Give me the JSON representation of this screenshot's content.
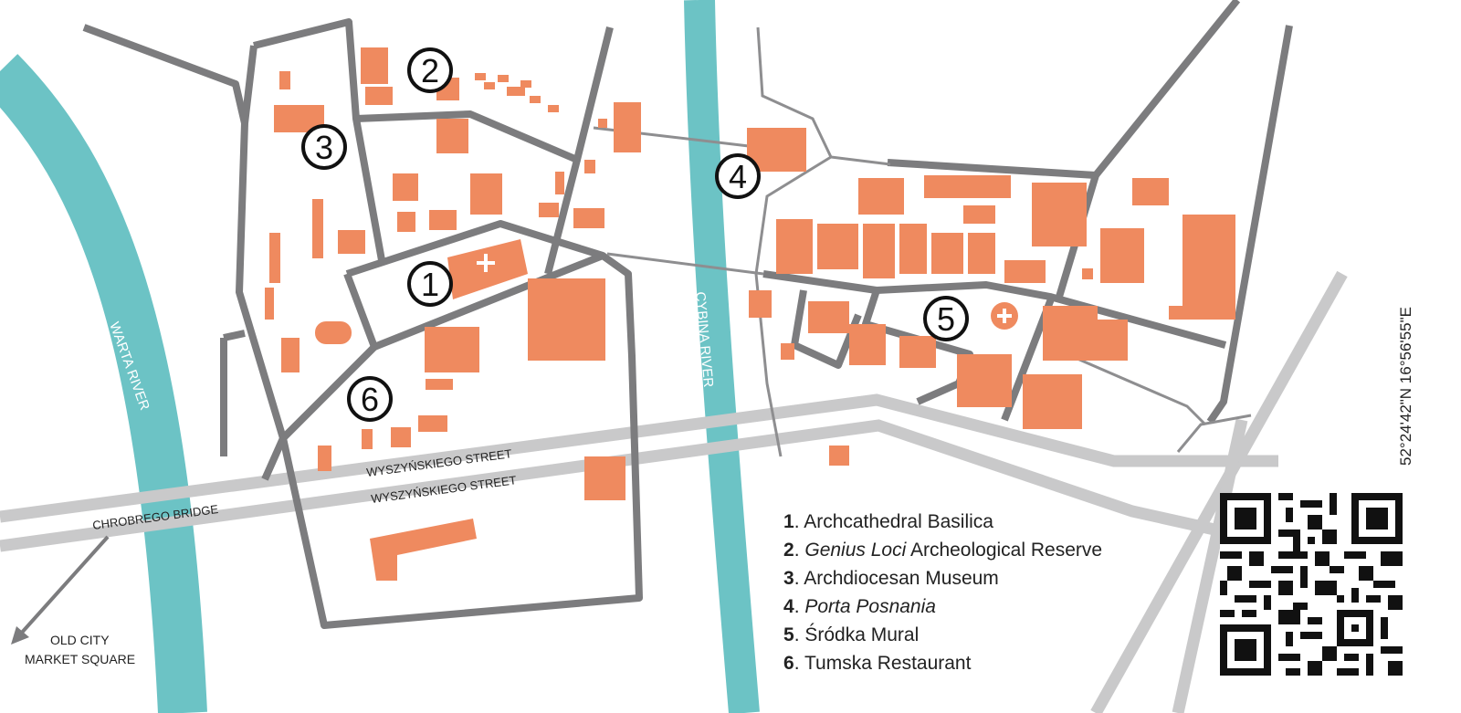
{
  "colors": {
    "river": "#6cc3c5",
    "street": "#7c7c7e",
    "main_road": "#c9c9ca",
    "building": "#ef8a5f",
    "text": "#222222"
  },
  "rivers": {
    "warta": "WARTA RIVER",
    "cybina": "CYBINA RIVER"
  },
  "roads": {
    "chrobrego_bridge": "CHROBREGO BRIDGE",
    "wyszynskiego_north": "WYSZYŃSKIEGO STREET",
    "wyszynskiego_south": "WYSZYŃSKIEGO STREET"
  },
  "direction": {
    "line1": "OLD CITY",
    "line2": "MARKET SQUARE"
  },
  "markers": [
    "1",
    "2",
    "3",
    "4",
    "5",
    "6"
  ],
  "legend": [
    {
      "num": "1",
      "text": "Archcathedral Basilica",
      "italic": "",
      "rest": ""
    },
    {
      "num": "2",
      "text": "",
      "italic": "Genius Loci",
      "rest": " Archeological Reserve"
    },
    {
      "num": "3",
      "text": "Archdiocesan Museum",
      "italic": "",
      "rest": ""
    },
    {
      "num": "4",
      "text": "",
      "italic": "Porta Posnania",
      "rest": ""
    },
    {
      "num": "5",
      "text": "Śródka Mural",
      "italic": "",
      "rest": ""
    },
    {
      "num": "6",
      "text": "Tumska Restaurant",
      "italic": "",
      "rest": ""
    }
  ],
  "coordinates": "52°24'42\"N 16°56'55\"E",
  "icons": [
    "church-cross-icon",
    "arrow-southwest-icon",
    "qr-code-icon"
  ]
}
